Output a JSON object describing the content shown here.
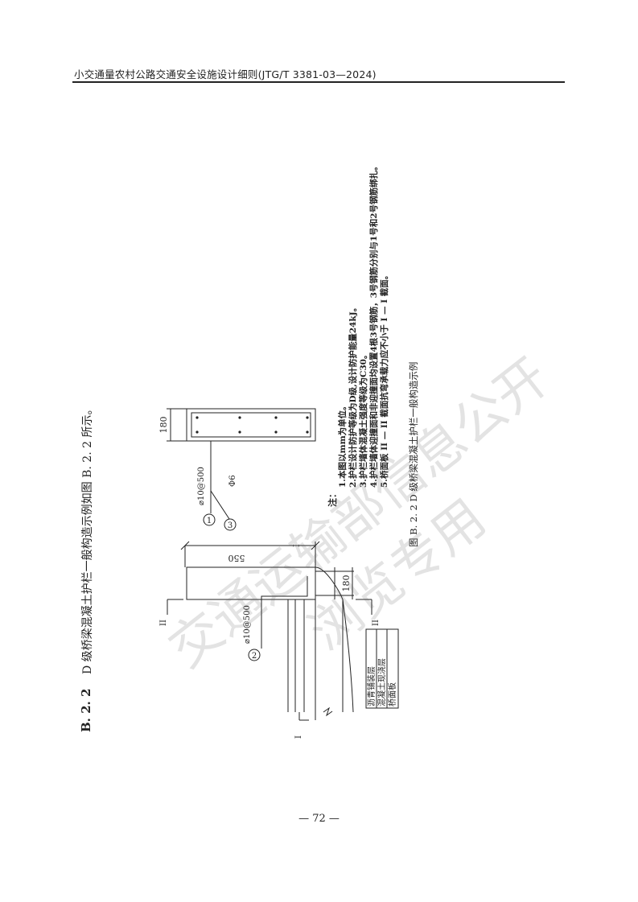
{
  "header": {
    "title": "小交通量农村公路交通安全设施设计细则(JTG/T 3381-03—2024)"
  },
  "section": {
    "number": "B. 2. 2",
    "text": "D 级桥梁混凝土护栏一般构造示例如图 B. 2. 2 所示。"
  },
  "drawing": {
    "dim_width": "550",
    "dim_height_section": "180",
    "dim_height_cap": "180",
    "rebar_1": "⌀10@500",
    "rebar_2": "⌀10@500",
    "rebar_3": "Φ6",
    "callout_1": "1",
    "callout_2": "2",
    "callout_3": "3",
    "cut_I": "I",
    "cut_II": "II",
    "layers": [
      "沥青铺装层",
      "混凝土现浇层",
      "桥面板"
    ]
  },
  "notes": {
    "heading": "注：",
    "items": [
      "1.本图以mm为单位。",
      "2.护栏设计防护等级为D级,设计防护能量24kJ。",
      "3.护栏墙体混凝土强度等级为C30。",
      "4.护栏墙体迎撞面和非迎撞面均设置4根3号钢筋，3号钢筋分别与1号和2号钢筋绑扎。",
      "5.桥面板 II — II 截面抗弯承载力应不小于 I — I 截面。"
    ]
  },
  "figure": {
    "caption": "图 B. 2. 2    D 级桥梁混凝土护栏一般构造示例"
  },
  "watermark": {
    "line1": "交通运输部信息公开",
    "line2": "浏览专用"
  },
  "page": {
    "number": "— 72 —"
  }
}
